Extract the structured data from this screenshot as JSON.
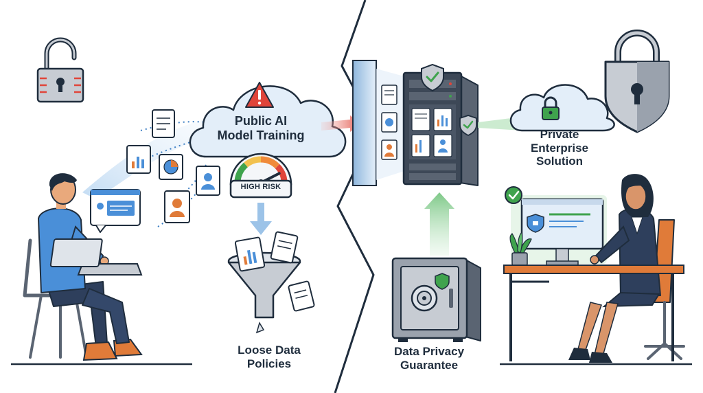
{
  "labels": {
    "public_ai": "Public AI\nModel Training",
    "high_risk": "HIGH RISK",
    "private": "Private\nEnterprise\nSolution",
    "loose": "Loose Data\nPolicies",
    "guarantee": "Data Privacy\nGuarantee"
  },
  "icons": {
    "left_lock": "open-padlock-icon",
    "right_lock": "closed-padlock-shield-icon",
    "warning": "warning-triangle-icon",
    "gauge": "risk-gauge-icon",
    "funnel": "funnel-icon",
    "server": "server-rack-icon",
    "vault": "safe-vault-icon"
  },
  "colors": {
    "outline": "#1f2d3d",
    "risk_red": "#e0453a",
    "safe_green": "#3fa34d",
    "sky_blue": "#d6e8f7",
    "shirt_blue": "#4a8fd8",
    "blazer_navy": "#2e3f5c",
    "chair_orange": "#e07b39"
  },
  "gauge": {
    "level": 0.85
  }
}
